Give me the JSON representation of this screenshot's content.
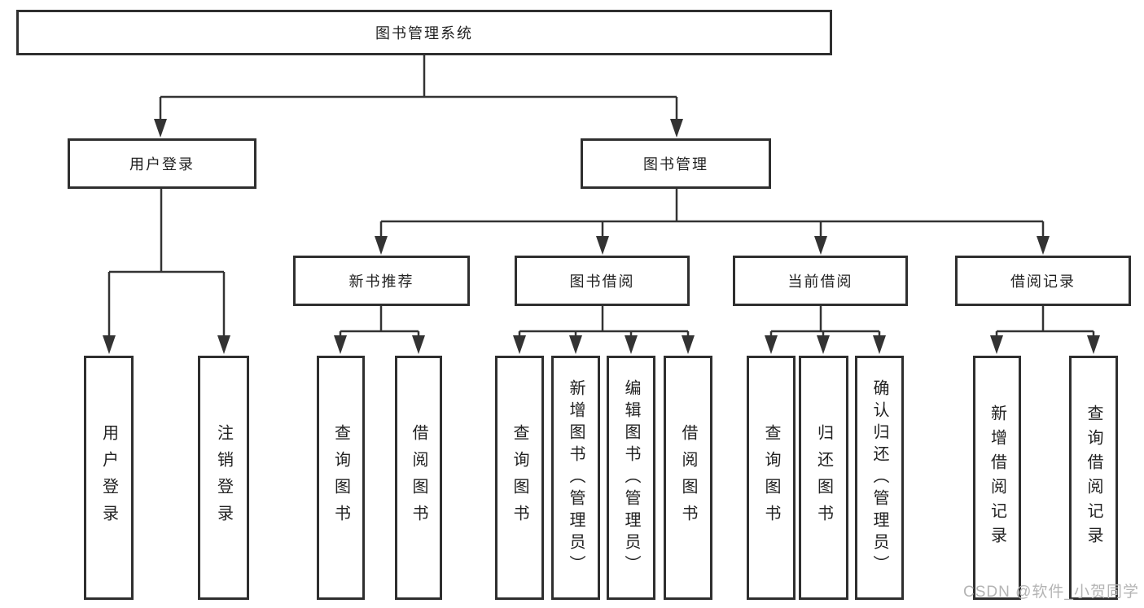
{
  "tree": {
    "root": {
      "label": "图书管理系统"
    },
    "branches": [
      {
        "label": "用户登录",
        "children": [
          {
            "label": "用户登录"
          },
          {
            "label": "注销登录"
          }
        ]
      },
      {
        "label": "图书管理",
        "children": [
          {
            "label": "新书推荐",
            "children": [
              {
                "label": "查询图书"
              },
              {
                "label": "借阅图书"
              }
            ]
          },
          {
            "label": "图书借阅",
            "children": [
              {
                "label": "查询图书"
              },
              {
                "label": "新增图书（管理员）"
              },
              {
                "label": "编辑图书（管理员）"
              },
              {
                "label": "借阅图书"
              }
            ]
          },
          {
            "label": "当前借阅",
            "children": [
              {
                "label": "查询图书"
              },
              {
                "label": "归还图书"
              },
              {
                "label": "确认归还（管理员）"
              }
            ]
          },
          {
            "label": "借阅记录",
            "children": [
              {
                "label": "新增借阅记录"
              },
              {
                "label": "查询借阅记录"
              }
            ]
          }
        ]
      }
    ]
  },
  "watermark": {
    "text": "CSDN @软件_小贺同学"
  },
  "colors": {
    "line": "#333333",
    "border": "#2f2f2f",
    "text": "#222222",
    "watermark": "#b4b4b4",
    "background": "#ffffff"
  }
}
